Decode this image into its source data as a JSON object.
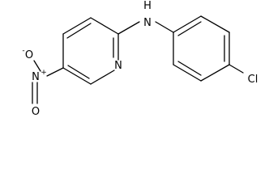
{
  "atoms": {
    "amine": "N",
    "amine_h": "H",
    "ring_n": "N",
    "chlorine": "Cl",
    "nitro_n": "N",
    "nitro_plus": "+",
    "nitro_o_top": "O",
    "nitro_o_top_minus": "-",
    "nitro_o_bottom": "O"
  },
  "colors": {
    "bond": "#000000",
    "label": "#000000",
    "background": "#ffffff"
  }
}
